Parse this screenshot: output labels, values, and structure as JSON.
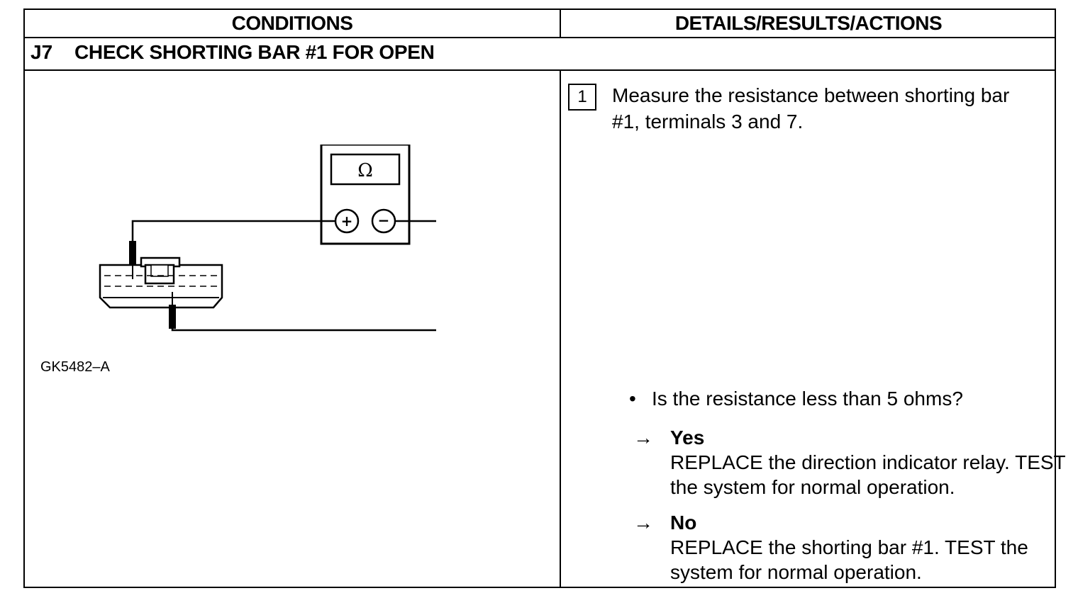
{
  "header": {
    "conditions": "CONDITIONS",
    "details": "DETAILS/RESULTS/ACTIONS"
  },
  "step": {
    "code": "J7",
    "title": "CHECK SHORTING BAR #1 FOR OPEN"
  },
  "figure": {
    "meter_symbol": "Ω",
    "plus_symbol": "+",
    "minus_symbol": "−",
    "code": "GK5482–A"
  },
  "instruction": {
    "number": "1",
    "text": "Measure the resistance between shorting bar #1, terminals 3 and 7."
  },
  "question": {
    "bullet": "•",
    "text": "Is the resistance less than 5 ohms?"
  },
  "answers": {
    "arrow": "→",
    "yes": {
      "label": "Yes",
      "action": "REPLACE the direction indicator relay. TEST the system for normal operation."
    },
    "no": {
      "label": "No",
      "action": "REPLACE the shorting bar #1. TEST the system for normal operation."
    }
  }
}
